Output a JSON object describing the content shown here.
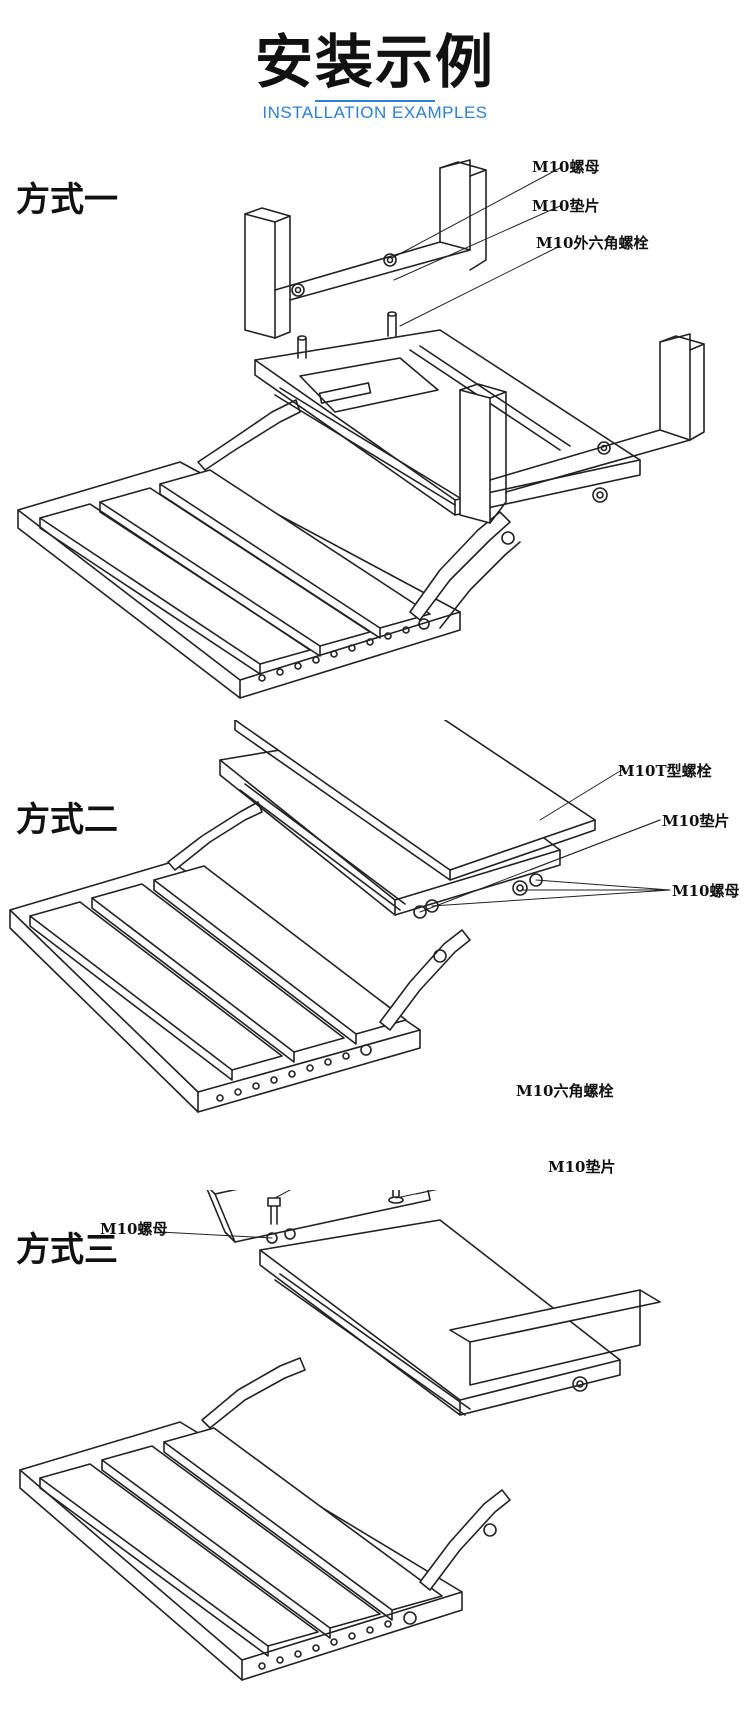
{
  "header": {
    "title": "安装示例",
    "subtitle": "INSTALLATION EXAMPLES",
    "accent_color": "#2c7fd6"
  },
  "methods": [
    {
      "label": "方式一",
      "callouts": {
        "nut": "M10螺母",
        "washer": "M10垫片",
        "bolt": "M10外六角螺栓"
      }
    },
    {
      "label": "方式二",
      "callouts": {
        "tbolt": "M10T型螺栓",
        "washer": "M10垫片",
        "nut": "M10螺母"
      }
    },
    {
      "label": "方式三",
      "callouts": {
        "bolt": "M10六角螺栓",
        "washer": "M10垫片",
        "nut": "M10螺母"
      }
    }
  ]
}
